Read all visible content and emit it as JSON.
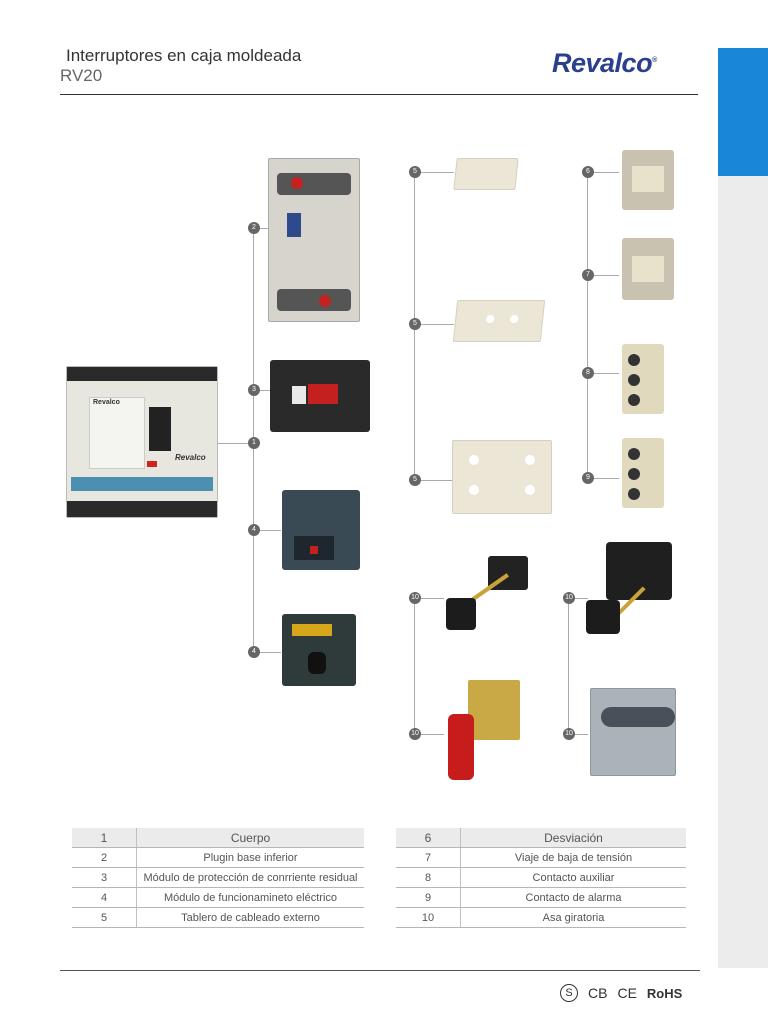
{
  "header": {
    "title": "Interruptores en caja moldeada",
    "subtitle": "RV20",
    "logo": "Revalco"
  },
  "callouts": {
    "n1": "1",
    "n2": "2",
    "n3": "3",
    "n4a": "4",
    "n4b": "4",
    "n5a": "5",
    "n5b": "5",
    "n5c": "5",
    "n6": "6",
    "n7": "7",
    "n8": "8",
    "n9": "9",
    "n10a": "10",
    "n10b": "10",
    "n10c": "10",
    "n10d": "10"
  },
  "breaker_labels": {
    "brand_top": "Revalco",
    "brand_main": "Revalco"
  },
  "table_left": {
    "rows": [
      {
        "num": "1",
        "label": "Cuerpo"
      },
      {
        "num": "2",
        "label": "Plugin base inferior"
      },
      {
        "num": "3",
        "label": "Módulo de protección de conrriente residual"
      },
      {
        "num": "4",
        "label": "Módulo de funcionamineto eléctrico"
      },
      {
        "num": "5",
        "label": "Tablero de cableado externo"
      }
    ]
  },
  "table_right": {
    "rows": [
      {
        "num": "6",
        "label": "Desviación"
      },
      {
        "num": "7",
        "label": "Viaje de baja de tensión"
      },
      {
        "num": "8",
        "label": "Contacto auxiliar"
      },
      {
        "num": "9",
        "label": "Contacto de alarma"
      },
      {
        "num": "10",
        "label": "Asa giratoria"
      }
    ]
  },
  "certifications": {
    "s_mark": "S",
    "cb": "CB",
    "ce": "CE",
    "rohs": "RoHS"
  },
  "colors": {
    "accent_blue": "#1a86d6",
    "logo_blue": "#2b3f8f",
    "side_grey": "#ececec"
  }
}
